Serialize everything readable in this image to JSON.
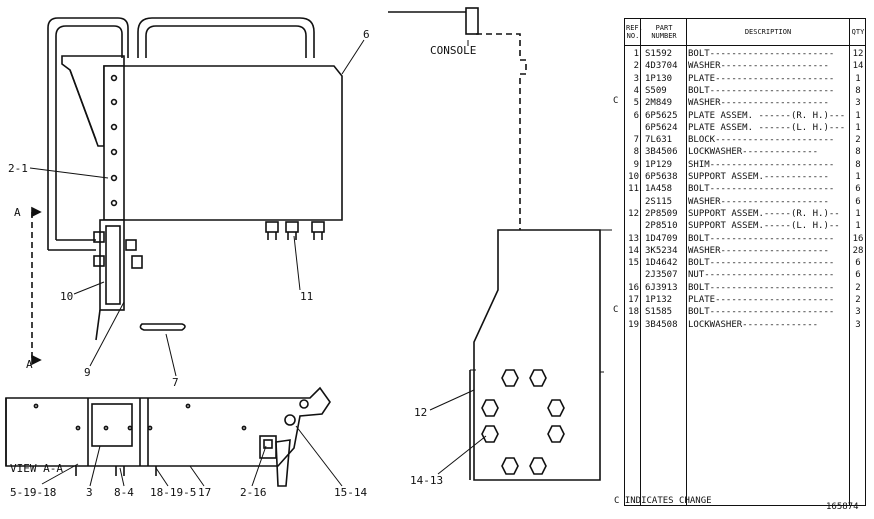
{
  "labels": {
    "console": "CONSOLE",
    "section_a": "A",
    "view_aa": "VIEW A-A",
    "c1": "6",
    "c2": "2-1",
    "c3": "10",
    "c4": "9",
    "c5": "11",
    "c6": "7",
    "c7": "5-19-18",
    "c8": "3",
    "c9": "8-4",
    "c10": "18-19-5",
    "c11": "17",
    "c12": "2-16",
    "c13": "15-14",
    "c14": "12",
    "c15": "14-13"
  },
  "table": {
    "headers": {
      "ref": "REF. NO.",
      "part": "PART NUMBER",
      "desc": "DESCRIPTION",
      "qty": "QTY"
    },
    "rows": [
      {
        "ref": "1",
        "part": "S1592",
        "desc": "BOLT-----------------------",
        "qty": "12",
        "mark": ""
      },
      {
        "ref": "2",
        "part": "4D3704",
        "desc": "WASHER--------------------",
        "qty": "14",
        "mark": ""
      },
      {
        "ref": "3",
        "part": "1P130",
        "desc": "PLATE----------------------",
        "qty": "1",
        "mark": ""
      },
      {
        "ref": "4",
        "part": "S509",
        "desc": "BOLT-----------------------",
        "qty": "8",
        "mark": ""
      },
      {
        "ref": "5",
        "part": "2M849",
        "desc": "WASHER--------------------",
        "qty": "3",
        "mark": "C"
      },
      {
        "ref": "6",
        "part": "6P5625",
        "desc": "PLATE ASSEM. ------(R. H.)---",
        "qty": "1",
        "mark": ""
      },
      {
        "ref": "",
        "part": "6P5624",
        "desc": "PLATE ASSEM. ------(L. H.)---",
        "qty": "1",
        "mark": ""
      },
      {
        "ref": "7",
        "part": "7L631",
        "desc": "BLOCK----------------------",
        "qty": "2",
        "mark": ""
      },
      {
        "ref": "8",
        "part": "3B4506",
        "desc": "LOCKWASHER--------------",
        "qty": "8",
        "mark": ""
      },
      {
        "ref": "9",
        "part": "1P129",
        "desc": "SHIM-----------------------",
        "qty": "8",
        "mark": ""
      },
      {
        "ref": "10",
        "part": "6P5638",
        "desc": "SUPPORT ASSEM.------------",
        "qty": "1",
        "mark": ""
      },
      {
        "ref": "11",
        "part": "1A458",
        "desc": "BOLT-----------------------",
        "qty": "6",
        "mark": ""
      },
      {
        "ref": "",
        "part": "2S115",
        "desc": "WASHER--------------------",
        "qty": "6",
        "mark": ""
      },
      {
        "ref": "12",
        "part": "2P8509",
        "desc": "SUPPORT ASSEM.-----(R. H.)--",
        "qty": "1",
        "mark": ""
      },
      {
        "ref": "",
        "part": "2P8510",
        "desc": "SUPPORT ASSEM.-----(L. H.)--",
        "qty": "1",
        "mark": ""
      },
      {
        "ref": "13",
        "part": "1D4709",
        "desc": "BOLT-----------------------",
        "qty": "16",
        "mark": ""
      },
      {
        "ref": "14",
        "part": "3K5234",
        "desc": "WASHER--------------------",
        "qty": "28",
        "mark": ""
      },
      {
        "ref": "15",
        "part": "1D4642",
        "desc": "BOLT-----------------------",
        "qty": "6",
        "mark": ""
      },
      {
        "ref": "",
        "part": "2J3507",
        "desc": "NUT------------------------",
        "qty": "6",
        "mark": ""
      },
      {
        "ref": "16",
        "part": "6J3913",
        "desc": "BOLT-----------------------",
        "qty": "2",
        "mark": ""
      },
      {
        "ref": "17",
        "part": "1P132",
        "desc": "PLATE----------------------",
        "qty": "2",
        "mark": ""
      },
      {
        "ref": "18",
        "part": "S1585",
        "desc": "BOLT-----------------------",
        "qty": "3",
        "mark": "C"
      },
      {
        "ref": "19",
        "part": "3B4508",
        "desc": "LOCKWASHER--------------",
        "qty": "3",
        "mark": ""
      }
    ]
  },
  "footer": "C INDICATES CHANGE",
  "figure_number": "165874"
}
